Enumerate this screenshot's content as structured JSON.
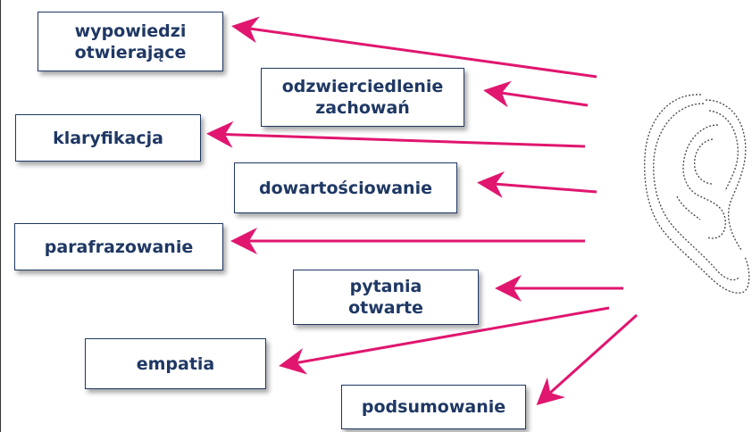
{
  "labels": [
    "wypowiedzi\notwierające",
    "odzwierciedlenie\nzachowań",
    "klaryfikacja",
    "dowartościowanie",
    "parafrazowanie",
    "pytania\notwarte",
    "empatia",
    "podsumowanie"
  ],
  "colors": {
    "arrow": "#e0166f",
    "text": "#1f3864",
    "ear": "#444444"
  },
  "icons": [
    "ear-icon"
  ]
}
